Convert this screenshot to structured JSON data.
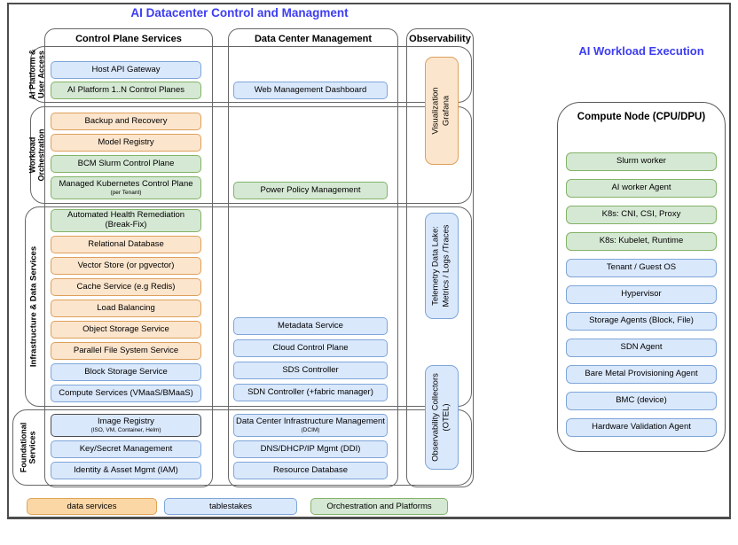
{
  "title_left": "AI Datacenter Control and Managment",
  "title_right": "AI Workload Execution",
  "colors": {
    "title_text": "#3d3df2",
    "blue_fill": "#dae8fc",
    "blue_border": "#7ea6d8",
    "green_fill": "#d5e8d4",
    "green_border": "#82b366",
    "orange_fill": "#fce5cd",
    "orange_border": "#dda05c",
    "container_border": "#666666"
  },
  "columns": [
    {
      "header": "Control Plane Services"
    },
    {
      "header": "Data Center Management"
    },
    {
      "header": "Observability"
    }
  ],
  "rows": [
    {
      "label": "AI Platform &\nUser Access"
    },
    {
      "label": "Workload\nOrchestration"
    },
    {
      "label": "Infrastructure & Data Services"
    },
    {
      "label": "Foundational\nServices"
    }
  ],
  "cells": {
    "r1c1": [
      {
        "text": "Host API Gateway",
        "color": "blue"
      },
      {
        "text": "AI Platform 1..N Control Planes",
        "color": "green"
      }
    ],
    "r1c2": [
      {
        "text": "Web Management Dashboard",
        "color": "blue"
      }
    ],
    "r2c1": [
      {
        "text": "Backup and Recovery",
        "color": "orange"
      },
      {
        "text": "Model Registry",
        "color": "orange"
      },
      {
        "text": "BCM Slurm Control Plane",
        "color": "green"
      },
      {
        "text": "Managed Kubernetes Control Plane",
        "sub": "(per Tenant)",
        "color": "green"
      }
    ],
    "r2c2": [
      {
        "text": "Power Policy Management",
        "color": "green"
      }
    ],
    "r3c1": [
      {
        "text": "Automated Health Remediation\n(Break-Fix)",
        "color": "green"
      },
      {
        "text": "Relational Database",
        "color": "orange"
      },
      {
        "text": "Vector Store (or pgvector)",
        "color": "orange"
      },
      {
        "text": "Cache Service (e.g Redis)",
        "color": "orange"
      },
      {
        "text": "Load Balancing",
        "color": "orange"
      },
      {
        "text": "Object Storage Service",
        "color": "orange"
      },
      {
        "text": "Parallel File System Service",
        "color": "orange"
      },
      {
        "text": "Block Storage Service",
        "color": "blue"
      },
      {
        "text": "Compute Services (VMaaS/BMaaS)",
        "color": "blue"
      }
    ],
    "r3c2": [
      {
        "text": "Metadata Service",
        "color": "blue"
      },
      {
        "text": "Cloud Control Plane",
        "color": "blue"
      },
      {
        "text": "SDS Controller",
        "color": "blue"
      },
      {
        "text": "SDN Controller (+fabric manager)",
        "color": "blue"
      }
    ],
    "r4c1": [
      {
        "text": "Image Registry",
        "sub": "(ISO, VM, Container, Helm)",
        "color": "blue",
        "dark": true
      },
      {
        "text": "Key/Secret Management",
        "color": "blue"
      },
      {
        "text": "Identity & Asset Mgmt (IAM)",
        "color": "blue"
      }
    ],
    "r4c2": [
      {
        "text": "Data Center Infrastructure Management",
        "sub": "(DCIM)",
        "color": "blue"
      },
      {
        "text": "DNS/DHCP/IP Mgmt (DDI)",
        "color": "blue"
      },
      {
        "text": "Resource Database",
        "color": "blue"
      }
    ]
  },
  "observability_items": [
    {
      "text": "Visualization\nGrafana",
      "color": "orange"
    },
    {
      "text": "Telemetry Data Lake:\nMetrics / Logs /Traces",
      "color": "blue"
    },
    {
      "text": "Observability Collectors\n(OTEL)",
      "color": "blue"
    }
  ],
  "compute_node": {
    "header": "Compute Node (CPU/DPU)",
    "items": [
      {
        "text": "Slurm worker",
        "color": "green"
      },
      {
        "text": "AI worker Agent",
        "color": "green"
      },
      {
        "text": "K8s: CNI, CSI, Proxy",
        "color": "green"
      },
      {
        "text": "K8s: Kubelet, Runtime",
        "color": "green"
      },
      {
        "text": "Tenant / Guest OS",
        "color": "blue"
      },
      {
        "text": "Hypervisor",
        "color": "blue"
      },
      {
        "text": "Storage Agents (Block, File)",
        "color": "blue"
      },
      {
        "text": "SDN Agent",
        "color": "blue"
      },
      {
        "text": "Bare Metal Provisioning Agent",
        "color": "blue"
      },
      {
        "text": "BMC (device)",
        "color": "blue"
      },
      {
        "text": "Hardware Validation Agent",
        "color": "blue"
      }
    ]
  },
  "legend": [
    {
      "text": "data services",
      "color": "orange"
    },
    {
      "text": "tablestakes",
      "color": "blue"
    },
    {
      "text": "Orchestration and Platforms",
      "color": "green"
    }
  ]
}
